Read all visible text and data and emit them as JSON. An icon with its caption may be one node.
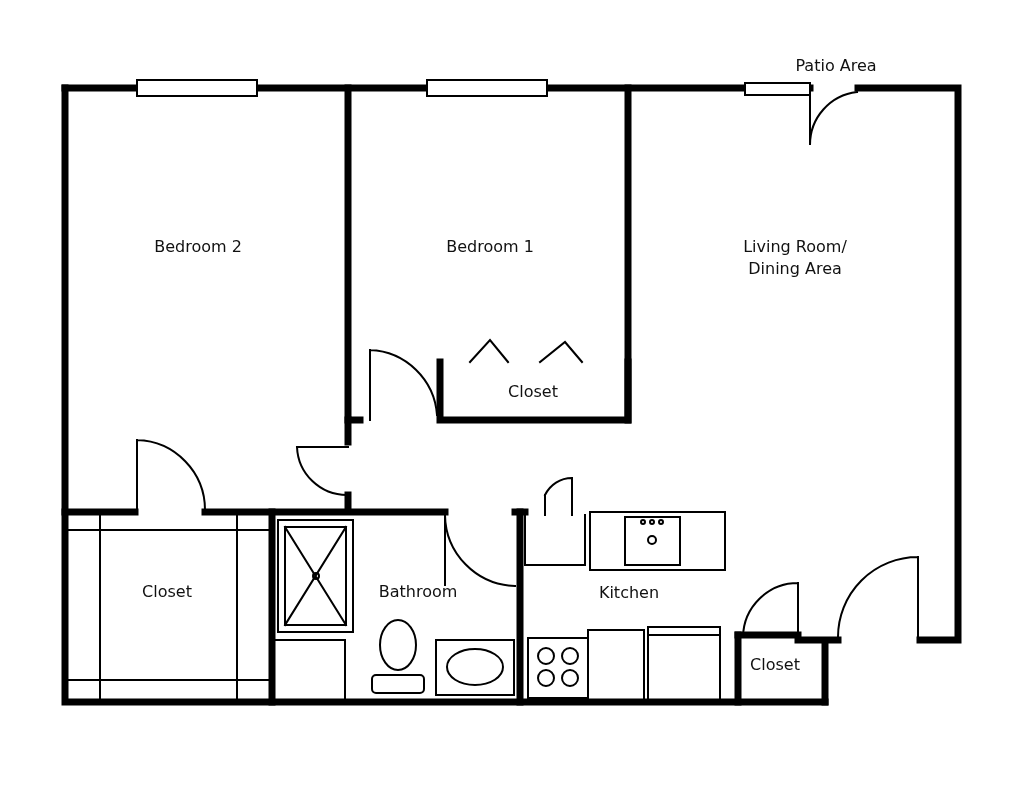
{
  "diagram": {
    "labels": [
      "Patio Area",
      "Bedroom 2",
      "Bedroom 1",
      "Living Room/ Dining Area",
      "Closet",
      "Closet",
      "Bathroom",
      "Kitchen",
      "Closet"
    ]
  }
}
